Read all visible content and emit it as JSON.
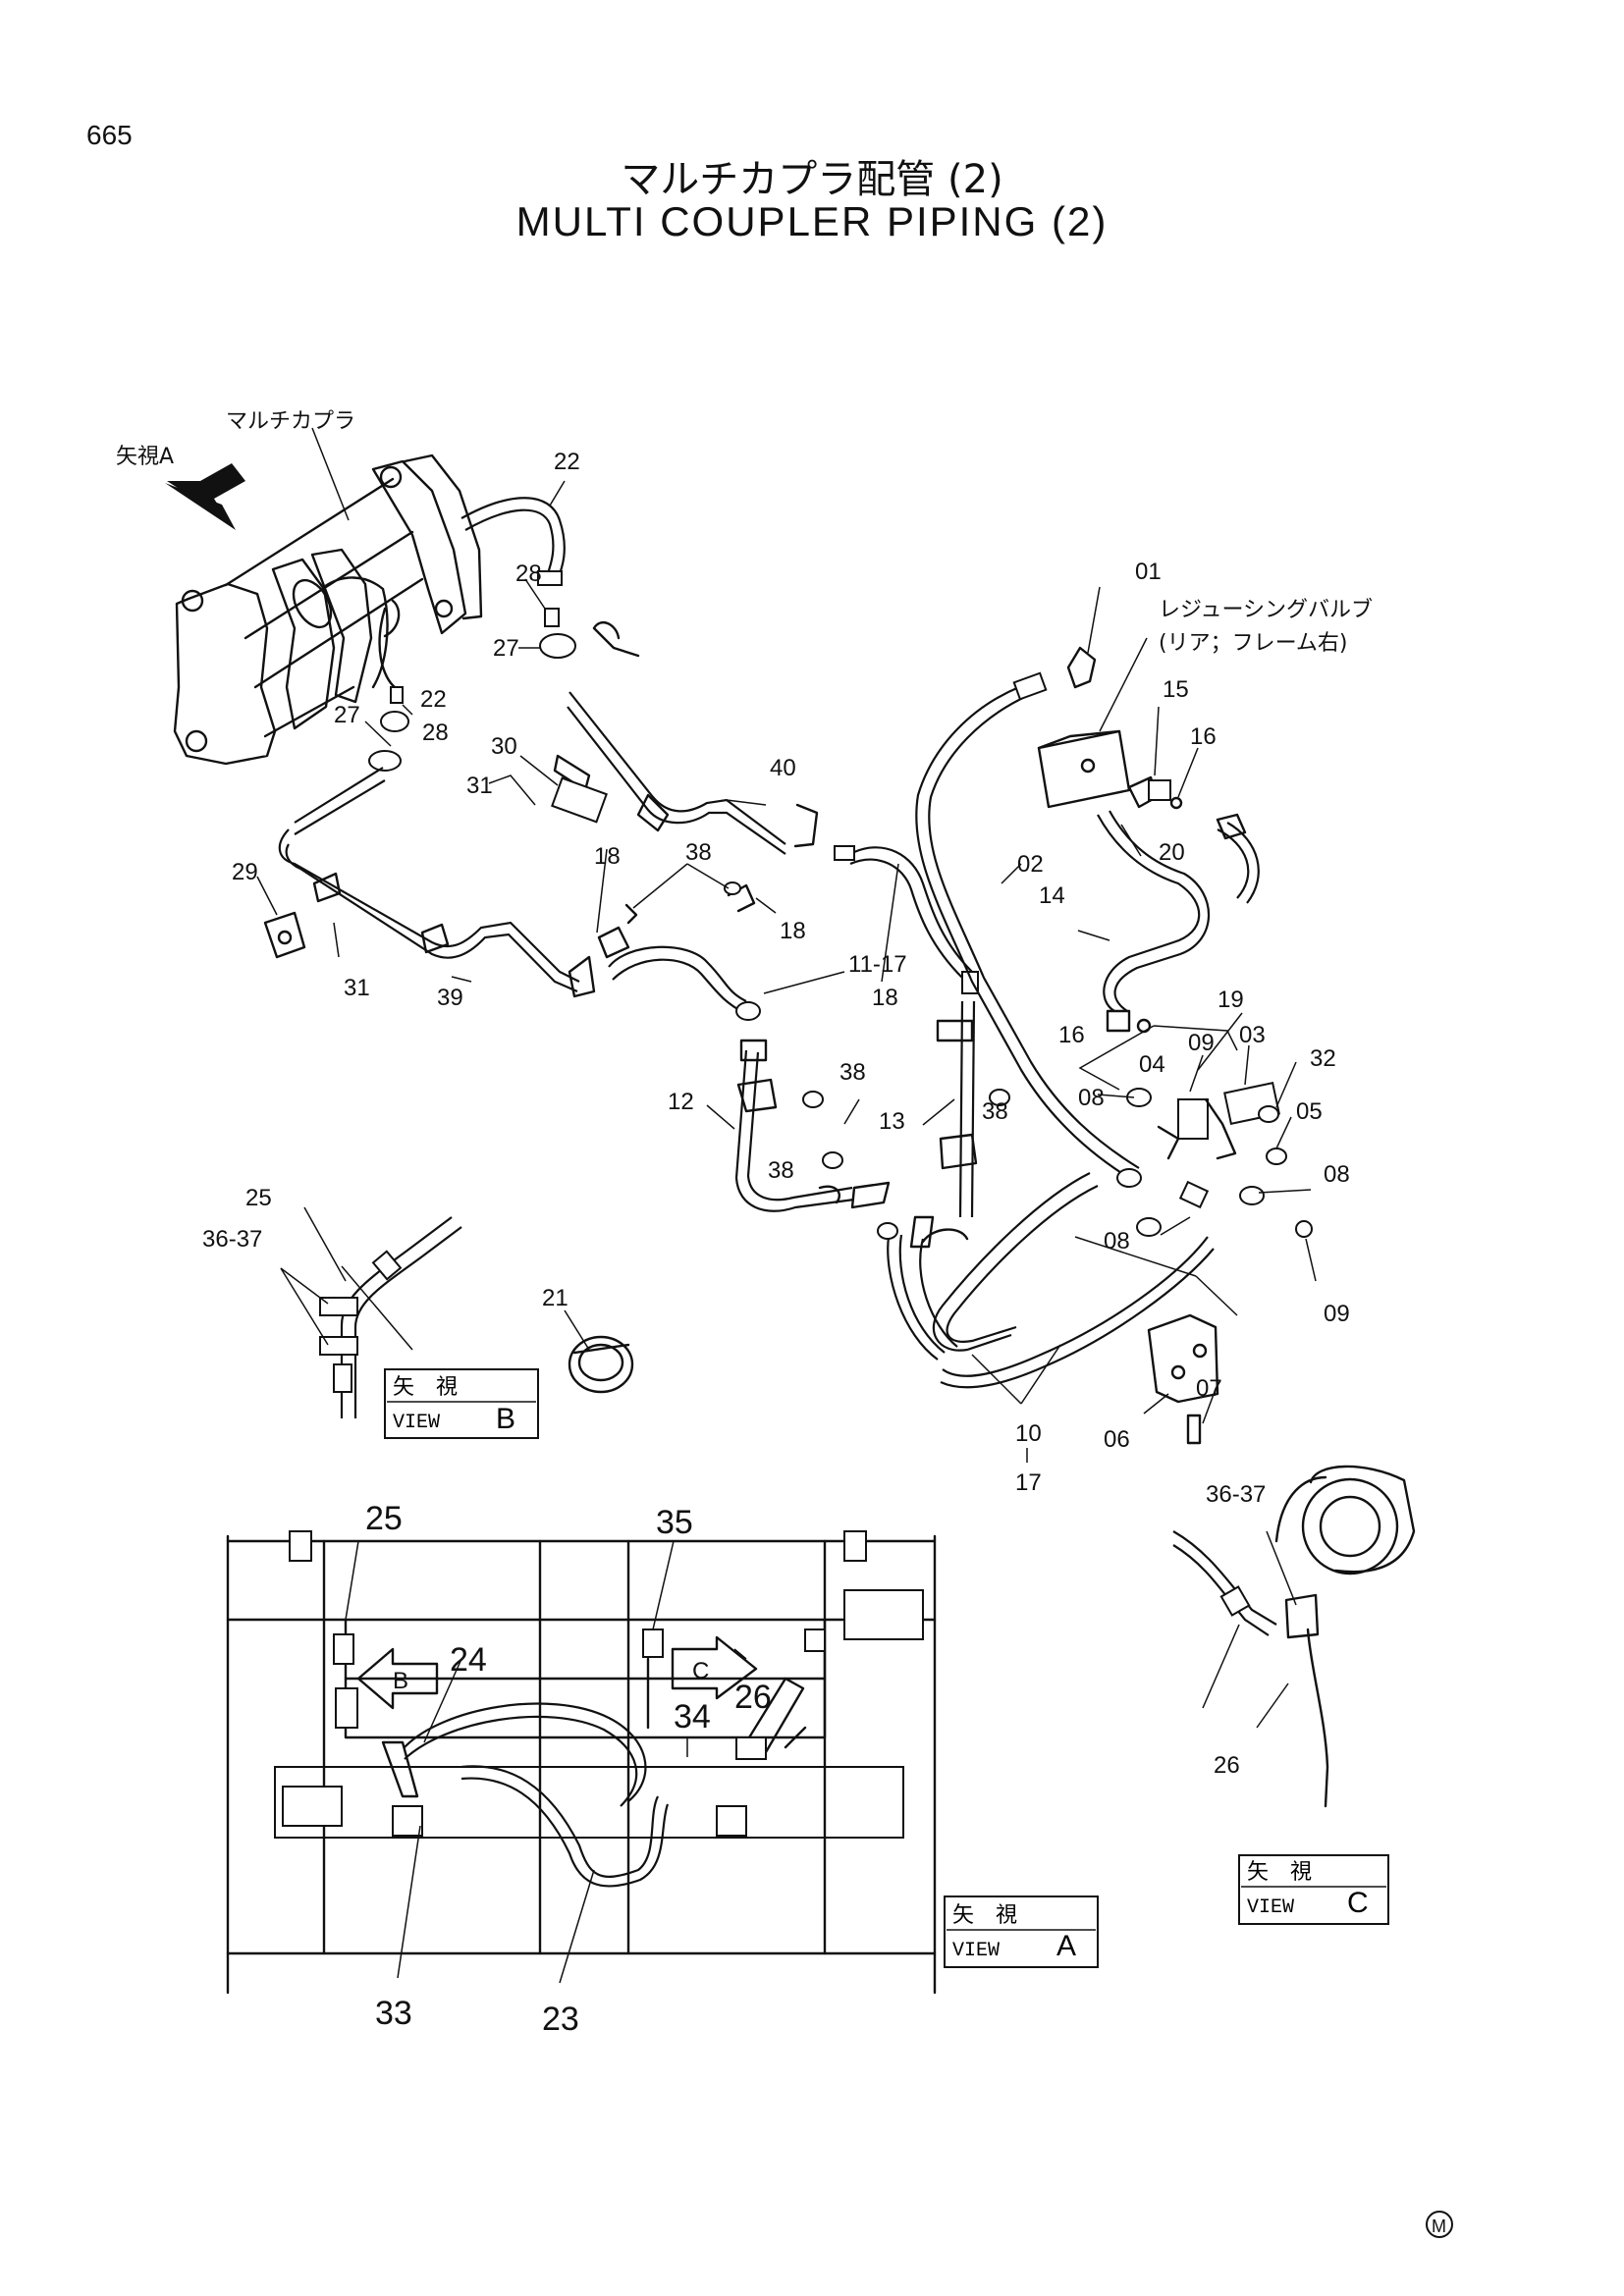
{
  "page_number": "665",
  "title_jp": "マルチカプラ配管 (2)",
  "title_en": "MULTI COUPLER PIPING (2)",
  "japanese_labels": {
    "multi_coupler": "マルチカプラ",
    "view_a_arrow": "矢視A",
    "reducing_valve_line1": "レジューシングバルブ",
    "reducing_valve_line2": "(リア；フレーム右)"
  },
  "view_boxes": {
    "b": {
      "jp": "矢　視",
      "en": "VIEW",
      "letter": "B"
    },
    "c": {
      "jp": "矢　視",
      "en": "VIEW",
      "letter": "C"
    },
    "a": {
      "jp": "矢　視",
      "en": "VIEW",
      "letter": "A"
    }
  },
  "direction_arrows": {
    "b": "B",
    "c": "C"
  },
  "callouts": [
    "22",
    "28",
    "27",
    "22",
    "28",
    "27",
    "30",
    "31",
    "29",
    "31",
    "39",
    "18",
    "38",
    "18",
    "40",
    "11-17",
    "18",
    "12",
    "38",
    "38",
    "13",
    "38",
    "01",
    "15",
    "16",
    "20",
    "02",
    "14",
    "16",
    "19",
    "09",
    "03",
    "04",
    "32",
    "08",
    "05",
    "08",
    "08",
    "09",
    "10",
    "17",
    "06",
    "07",
    "25",
    "36-37",
    "21",
    "25",
    "24",
    "35",
    "26",
    "34",
    "33",
    "23",
    "36-37",
    "26"
  ],
  "manufacturer_mark": "M"
}
